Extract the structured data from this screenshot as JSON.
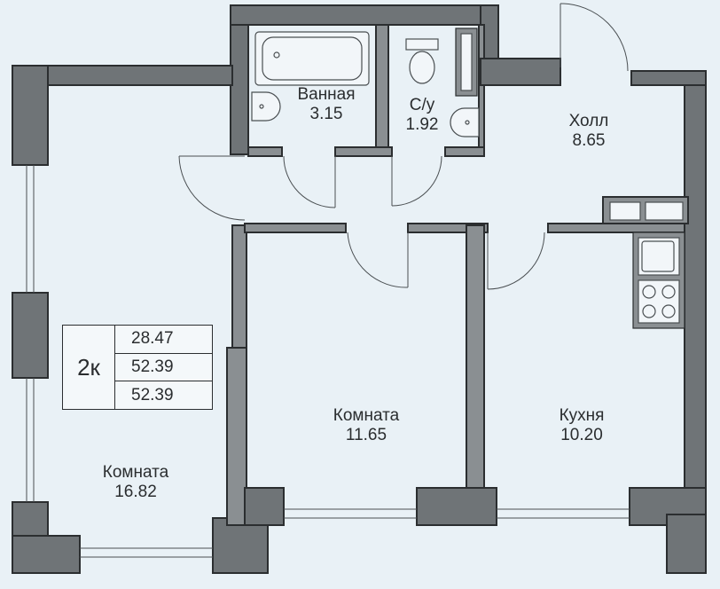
{
  "rooms": [
    {
      "name": "Ванная",
      "area": "3.15"
    },
    {
      "name": "С/у",
      "area": "1.92"
    },
    {
      "name": "Холл",
      "area": "8.65"
    },
    {
      "name": "Комната",
      "area": "11.65"
    },
    {
      "name": "Кухня",
      "area": "10.20"
    },
    {
      "name": "Комната",
      "area": "16.82"
    }
  ],
  "summary": {
    "type": "2к",
    "areas": [
      "28.47",
      "52.39",
      "52.39"
    ]
  }
}
